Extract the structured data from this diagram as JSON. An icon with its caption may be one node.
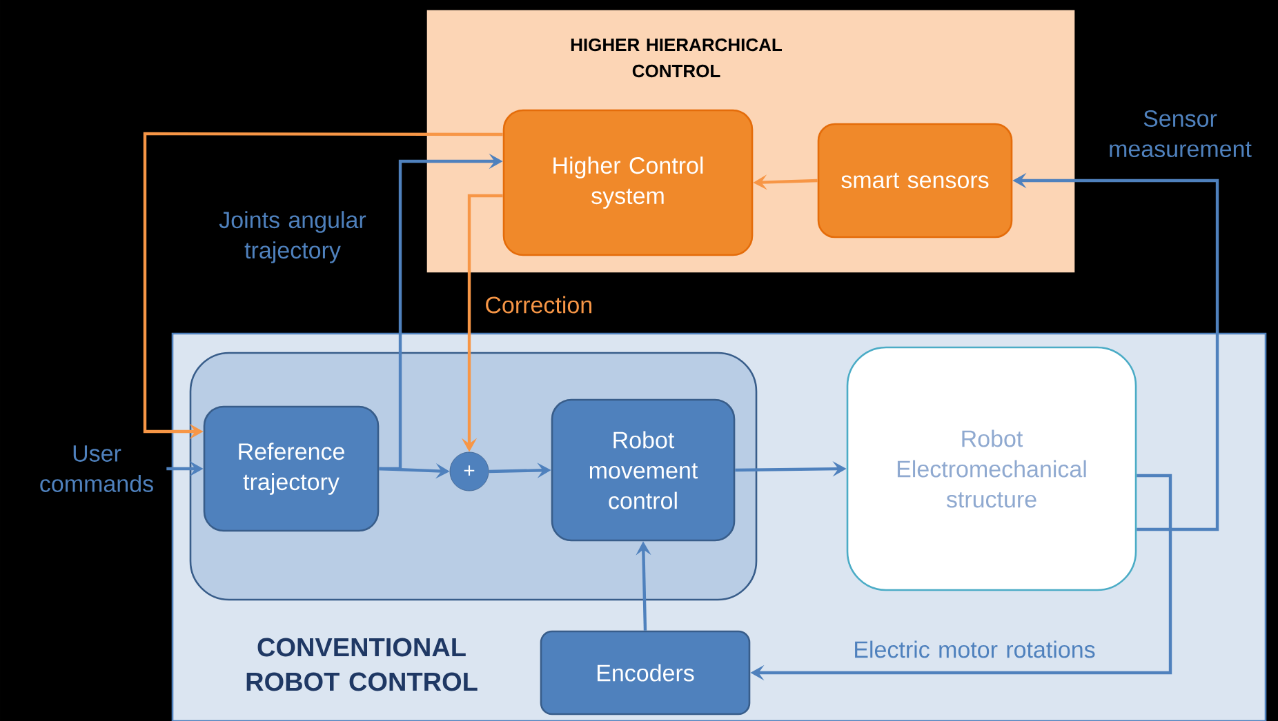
{
  "diagram": {
    "nodes": [
      {
        "text": [
          "HIGHER HIERARCHICAL CONTROL"
        ]
      },
      {
        "text": [
          "Higher Control system"
        ],
        "in": 0
      },
      {
        "text": [
          "smart sensors"
        ],
        "in": 0
      },
      {
        "text": [
          "CONVENTIONAL ROBOT CONTROL"
        ]
      },
      {
        "text": [],
        "shape": "box",
        "in": 3
      },
      {
        "text": [
          "Reference trajectory"
        ],
        "in": 4
      },
      {
        "text": [
          "+"
        ],
        "in": 4
      },
      {
        "text": [
          "Robot movement control"
        ],
        "in": 4
      },
      {
        "text": [
          "Robot Electromechanical structure"
        ],
        "in": 3
      },
      {
        "text": [
          "Encoders"
        ],
        "in": 3
      },
      {
        "text": [
          "User commands"
        ]
      }
    ],
    "edges": [
      {
        "from": 10,
        "to": 5,
        "arrow": "to"
      },
      {
        "from": 1,
        "to": 5,
        "arrow": "to",
        "color": "#f79646"
      },
      {
        "from": 5,
        "to": 1,
        "arrow": "to",
        "label": "Joints angular trajectory"
      },
      {
        "from": 5,
        "to": 6,
        "arrow": "to"
      },
      {
        "from": 1,
        "to": 6,
        "arrow": "to",
        "label": "Correction",
        "color": "#f79646"
      },
      {
        "from": 6,
        "to": 7,
        "arrow": "to"
      },
      {
        "from": 7,
        "to": 8,
        "arrow": "to"
      },
      {
        "from": 8,
        "to": 2,
        "arrow": "to",
        "label": "Sensor measurement"
      },
      {
        "from": 8,
        "to": 9,
        "arrow": "to",
        "label": "Electric motor rotations"
      },
      {
        "from": 9,
        "to": 7,
        "arrow": "to"
      },
      {
        "from": 2,
        "to": 1,
        "arrow": "to",
        "color": "#f79646"
      }
    ]
  }
}
